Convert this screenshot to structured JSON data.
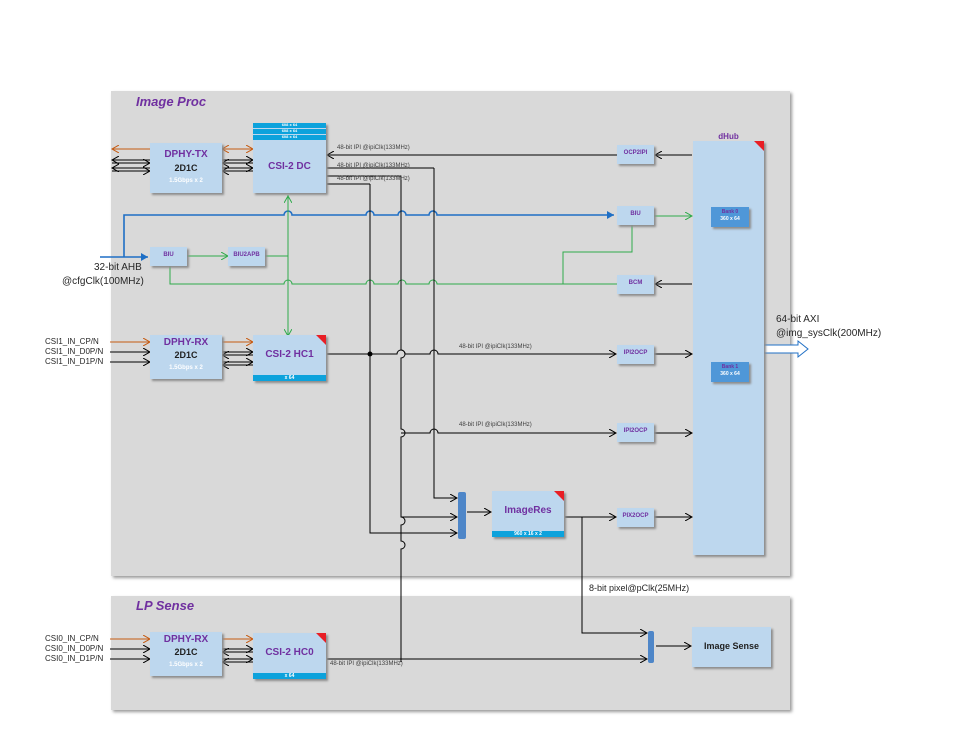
{
  "regions": {
    "image_proc": "Image Proc",
    "lp_sense": "LP Sense"
  },
  "blocks": {
    "dphy_tx": {
      "name": "DPHY-TX",
      "sub": "2D1C",
      "rate": "1.5Gbps x 2"
    },
    "csi2_dc": {
      "name": "CSI-2 DC",
      "bands": [
        "608 x 64",
        "608 x 64",
        "608 x 64"
      ]
    },
    "dphy_rx1": {
      "name": "DPHY-RX",
      "sub": "2D1C",
      "rate": "1.5Gbps x 2"
    },
    "csi2_hc1": {
      "name": "CSI-2 HC1",
      "band": "x 64"
    },
    "dphy_rx0": {
      "name": "DPHY-RX",
      "sub": "2D1C",
      "rate": "1.5Gbps x 2"
    },
    "csi2_hc0": {
      "name": "CSI-2 HC0",
      "band": "x 64"
    },
    "biu_left": "BIU",
    "biu2apb": "BIU2APB",
    "ocp2ipi": "OCP2IPI",
    "biu_right": "BIU",
    "bcm": "BCM",
    "ipi2ocp_1": "IPI2OCP",
    "ipi2ocp_2": "IPI2OCP",
    "pix2ocp": "PIX2OCP",
    "imageres": {
      "name": "ImageRes",
      "band": "960 x 16 x 2"
    },
    "dhub": {
      "name": "dHub",
      "bank0": [
        "Bank 0",
        "360 x 64"
      ],
      "bank1": [
        "Bank 1",
        "360 x 64"
      ]
    },
    "image_sense": "Image Sense"
  },
  "labels": {
    "ahb_1": "32-bit AHB",
    "ahb_2": "@cfgClk(100MHz)",
    "axi_1": "64-bit AXI",
    "axi_2": "@img_sysClk(200MHz)",
    "csi1_cp": "CSI1_IN_CP/N",
    "csi1_d0": "CSI1_IN_D0P/N",
    "csi1_d1": "CSI1_IN_D1P/N",
    "csi0_cp": "CSI0_IN_CP/N",
    "csi0_d0": "CSI0_IN_D0P/N",
    "csi0_d1": "CSI0_IN_D1P/N",
    "ipi_dc_1": "48-bit IPI @ipiClk(133MHz)",
    "ipi_dc_2": "48-bit IPI @ipiClk(133MHz)",
    "ipi_dc_3": "48-bit IPI @ipiClk(133MHz)",
    "ipi_hc1": "48-bit IPI @ipiClk(133MHz)",
    "ipi_mid": "48-bit IPI @ipiClk(133MHz)",
    "ipi_hc0": "48-bit IPI @ipiClk(133MHz)",
    "pixel": "8-bit pixel@pClk(25MHz)"
  },
  "colors": {
    "region": "#d9d9d9",
    "block": "#bdd7ee",
    "accent_purple": "#7030a0",
    "band_blue": "#0ca2dc",
    "corner_red": "#e81e25",
    "ahb_blue": "#1f6fc5",
    "apb_green": "#2eab4b",
    "phy_orange": "#c55a11"
  }
}
